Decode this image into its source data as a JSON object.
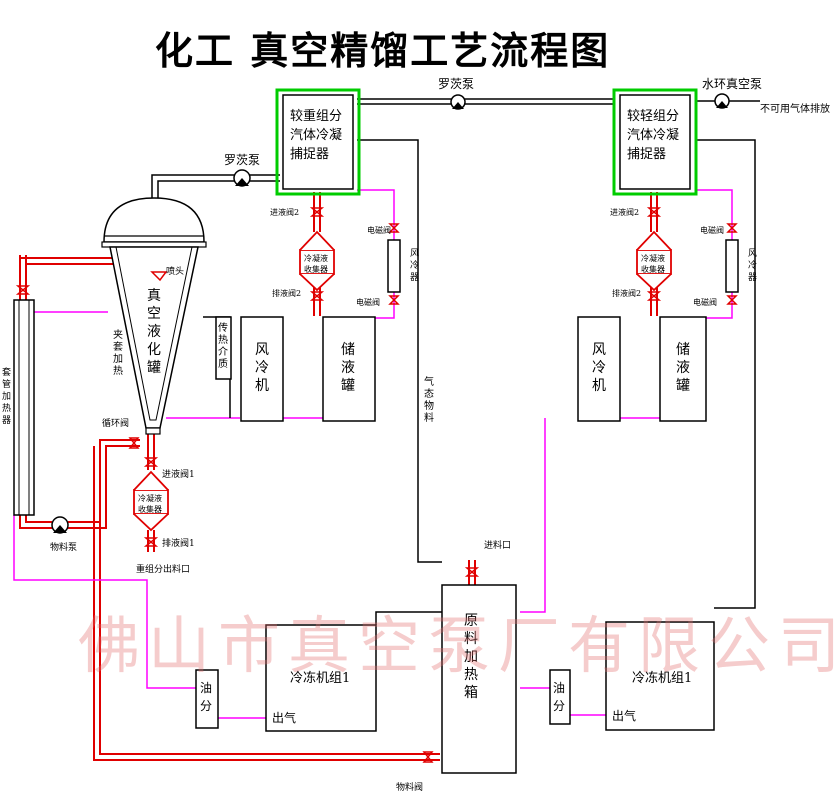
{
  "title": "化工 真空精馏工艺流程图",
  "watermark": "佛山市真空泵厂有限公司",
  "colors": {
    "red_pipe": "#e00000",
    "magenta_pipe": "#ff00ff",
    "green_frame": "#00cc00",
    "watermark": "#e06e6e"
  },
  "labels": {
    "roots_pump_top": "罗茨泵",
    "roots_pump_left": "罗茨泵",
    "water_ring_pump": "水环真空泵",
    "non_condensable": "不可用气体排放",
    "heavy_trap": [
      "较重组分",
      "汽体冷凝",
      "捕捉器"
    ],
    "light_trap": [
      "较轻组分",
      "汽体冷凝",
      "捕捉器"
    ],
    "inlet_valve_2a": "进液阀2",
    "inlet_valve_2b": "进液阀2",
    "drain_valve_2a": "排液阀2",
    "drain_valve_2b": "排液阀2",
    "solenoid_a1": "电磁阀",
    "solenoid_a2": "电磁阀",
    "solenoid_b1": "电磁阀",
    "solenoid_b2": "电磁阀",
    "condensate_collector": [
      "冷凝液",
      "收集器"
    ],
    "air_cooler_small": [
      "风",
      "冷",
      "器"
    ],
    "spray_head": "喷头",
    "vacuum_tank": [
      "真",
      "空",
      "液",
      "化",
      "罐"
    ],
    "jacket_heating": [
      "夹",
      "套",
      "加",
      "热"
    ],
    "heat_medium": [
      "传",
      "热",
      "介",
      "质"
    ],
    "air_cooled_unit": [
      "风",
      "冷",
      "机"
    ],
    "storage_tank": [
      "储",
      "液",
      "罐"
    ],
    "gas_material": [
      "气",
      "态",
      "物",
      "料"
    ],
    "circulation_valve": "循环阀",
    "inlet_valve_1": "进液阀1",
    "drain_valve_1": "排液阀1",
    "heavy_outlet": "重组分出料口",
    "material_pump": "物料泵",
    "tube_heater": [
      "套",
      "管",
      "加",
      "热",
      "器"
    ],
    "feed_inlet": "进料口",
    "raw_heating_tank": [
      "原",
      "料",
      "加",
      "热",
      "箱"
    ],
    "oil_separator": [
      "油",
      "分"
    ],
    "chiller": "冷冻机组1",
    "gas_out": "出气",
    "material_valve": "物料阀"
  }
}
